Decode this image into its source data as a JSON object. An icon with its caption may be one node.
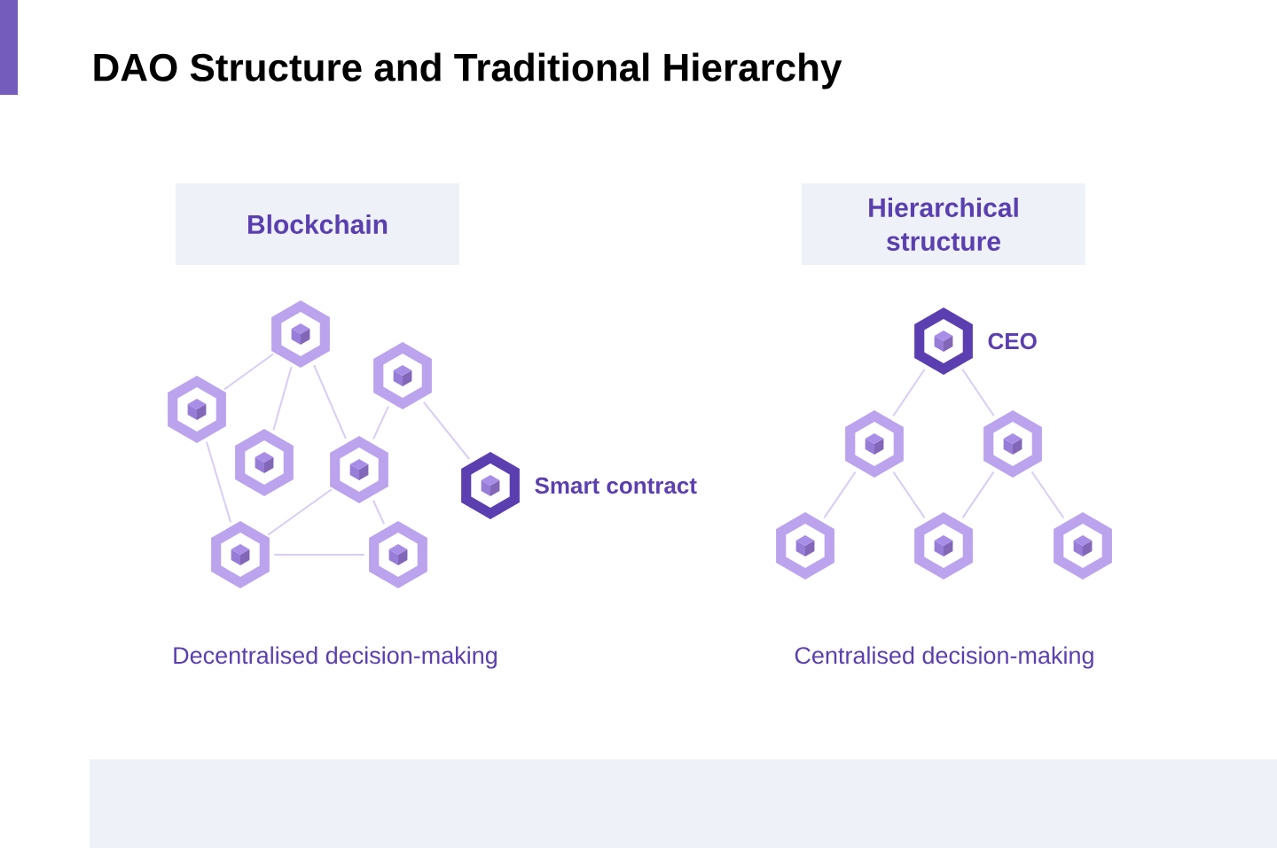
{
  "diagram": {
    "title": "DAO Structure and Traditional Hierarchy",
    "nodes": [
      {
        "text": [
          "Blockchain"
        ]
      },
      {
        "text": [
          "Hierarchical structure"
        ]
      },
      {
        "text": [],
        "shape": "hexagon"
      },
      {
        "text": [],
        "shape": "hexagon"
      },
      {
        "text": [],
        "shape": "hexagon"
      },
      {
        "text": [],
        "shape": "hexagon"
      },
      {
        "text": [],
        "shape": "hexagon"
      },
      {
        "text": [],
        "shape": "hexagon",
        "beside": [
          "Smart contract"
        ]
      },
      {
        "text": [],
        "shape": "hexagon"
      },
      {
        "text": [],
        "shape": "hexagon"
      },
      {
        "text": [],
        "shape": "hexagon",
        "beside": [
          "CEO"
        ]
      },
      {
        "text": [],
        "shape": "hexagon"
      },
      {
        "text": [],
        "shape": "hexagon"
      },
      {
        "text": [],
        "shape": "hexagon"
      },
      {
        "text": [],
        "shape": "hexagon"
      },
      {
        "text": [],
        "shape": "hexagon"
      }
    ],
    "edges": [
      {
        "from": 2,
        "to": 3,
        "arrow": "none"
      },
      {
        "from": 2,
        "to": 5,
        "arrow": "none"
      },
      {
        "from": 2,
        "to": 6,
        "arrow": "none"
      },
      {
        "from": 4,
        "to": 6,
        "arrow": "none"
      },
      {
        "from": 4,
        "to": 7,
        "arrow": "none"
      },
      {
        "from": 3,
        "to": 8,
        "arrow": "none"
      },
      {
        "from": 6,
        "to": 8,
        "arrow": "none"
      },
      {
        "from": 6,
        "to": 9,
        "arrow": "none"
      },
      {
        "from": 8,
        "to": 9,
        "arrow": "none"
      },
      {
        "from": 10,
        "to": 11,
        "arrow": "none"
      },
      {
        "from": 10,
        "to": 12,
        "arrow": "none"
      },
      {
        "from": 11,
        "to": 13,
        "arrow": "none"
      },
      {
        "from": 11,
        "to": 14,
        "arrow": "none"
      },
      {
        "from": 12,
        "to": 14,
        "arrow": "none"
      },
      {
        "from": 12,
        "to": 15,
        "arrow": "none"
      }
    ],
    "labels": [
      "Decentralised decision-making",
      "Centralised decision-making"
    ]
  }
}
